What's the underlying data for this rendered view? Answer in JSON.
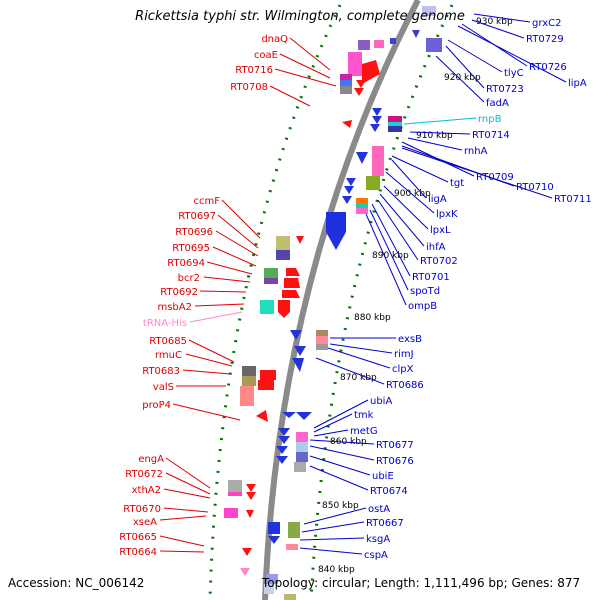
{
  "title": "Rickettsia typhi str. Wilmington, complete genome",
  "footer": {
    "accession": "Accession: NC_006142",
    "topology": "Topology: circular; Length: 1,111,496 bp; Genes: 877"
  },
  "colors": {
    "left_label": "#dd0000",
    "right_label": "#0000cc",
    "rna_label": "#ff88cc",
    "rnpB_label": "#00bbdd",
    "backbone": "#888888",
    "tick": "#007700"
  },
  "kbp_markers": [
    "930 kbp",
    "920 kbp",
    "910 kbp",
    "900 kbp",
    "890 kbp",
    "880 kbp",
    "870 kbp",
    "860 kbp",
    "850 kbp",
    "840 kbp"
  ],
  "left_genes": [
    "dnaQ",
    "coaE",
    "RT0716",
    "RT0708",
    "ccmF",
    "RT0697",
    "RT0696",
    "RT0695",
    "RT0694",
    "bcr2",
    "RT0692",
    "msbA2",
    "tRNA-His",
    "RT0685",
    "rmuC",
    "RT0683",
    "valS",
    "proP4",
    "engA",
    "RT0672",
    "xthA2",
    "RT0670",
    "xseA",
    "RT0665",
    "RT0664"
  ],
  "right_genes": [
    "grxC2",
    "RT0729",
    "RT0726",
    "lipA",
    "tlyC",
    "RT0723",
    "fadA",
    "rnpB",
    "RT0714",
    "rnhA",
    "tgt",
    "RT0709",
    "RT0710",
    "RT0711",
    "ligA",
    "lpxK",
    "lpxL",
    "ihfA",
    "RT0702",
    "RT0701",
    "spoTd",
    "ompB",
    "exsB",
    "rimJ",
    "clpX",
    "RT0686",
    "ubiA",
    "tmk",
    "metG",
    "RT0677",
    "RT0676",
    "ubiE",
    "RT0674",
    "ostA",
    "RT0667",
    "ksgA",
    "cspA"
  ]
}
